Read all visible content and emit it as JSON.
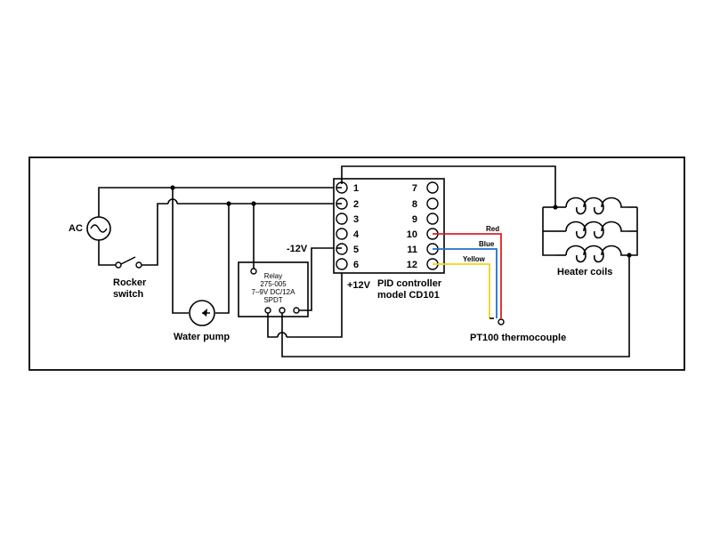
{
  "diagram": {
    "ac_label": "AC",
    "rocker_label_1": "Rocker",
    "rocker_label_2": "switch",
    "pump_label": "Water pump",
    "relay_lines": [
      "Relay",
      "275-005",
      "7–9V DC/12A",
      "SPDT"
    ],
    "minus_label": "-12V",
    "plus_label": "+12V",
    "controller_label_1": "PID controller",
    "controller_label_2": "model CD101",
    "left_terminals": [
      "1",
      "2",
      "3",
      "4",
      "5",
      "6"
    ],
    "right_terminals": [
      "7",
      "8",
      "9",
      "10",
      "11",
      "12"
    ],
    "wire_red_label": "Red",
    "wire_blue_label": "Blue",
    "wire_yellow_label": "Yellow",
    "thermo_label": "PT100 thermocouple",
    "heater_label": "Heater coils",
    "colors": {
      "red": "#e02020",
      "blue": "#1f6fd0",
      "yellow": "#f2d21a",
      "line": "#000000"
    }
  }
}
